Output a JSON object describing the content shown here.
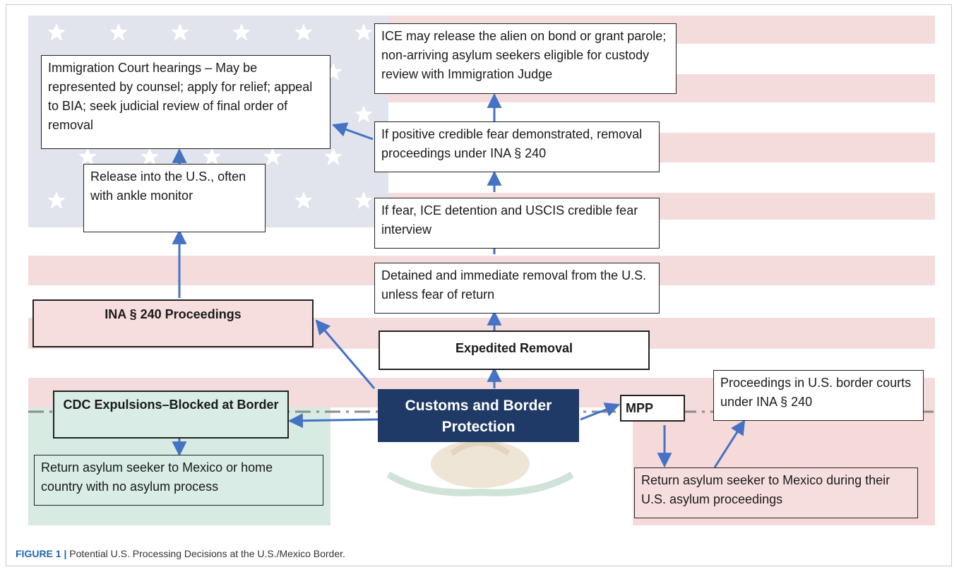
{
  "boxes": {
    "ice_release": "ICE may release the alien on bond or grant parole; non-arriving asylum seekers eligible for custody review with Immigration Judge",
    "immigration_court": "Immigration Court hearings – May be represented by counsel; apply for relief; appeal to BIA; seek judicial review of final order of removal",
    "positive_fear": "If positive credible fear demonstrated, removal proceedings under INA § 240",
    "release_us": "Release into the U.S., often with ankle monitor",
    "fear_interview": "If fear, ICE detention and USCIS credible fear interview",
    "detained_removal": "Detained and immediate removal from the U.S. unless fear of return",
    "ina240": "INA  § 240 Proceedings",
    "expedited": "Expedited Removal",
    "cdc": "CDC Expulsions–Blocked at Border",
    "cbp": "Customs and Border Protection",
    "mpp": "MPP",
    "border_courts": "Proceedings in U.S. border courts under INA  § 240",
    "return_mexico": "Return asylum seeker to Mexico or home country with no asylum process",
    "return_during": "Return asylum seeker to Mexico during their U.S. asylum proceedings"
  },
  "caption": {
    "label": "FIGURE 1 |",
    "text": " Potential U.S. Processing Decisions at the U.S./Mexico Border."
  },
  "colors": {
    "navy": "#1f3a66",
    "arrow": "#4472c4",
    "flag_red": "#f5dcdc",
    "flag_blue": "#e1e3ed",
    "mexico_green": "#d7ebe2",
    "mexico_red": "#f6dada"
  }
}
